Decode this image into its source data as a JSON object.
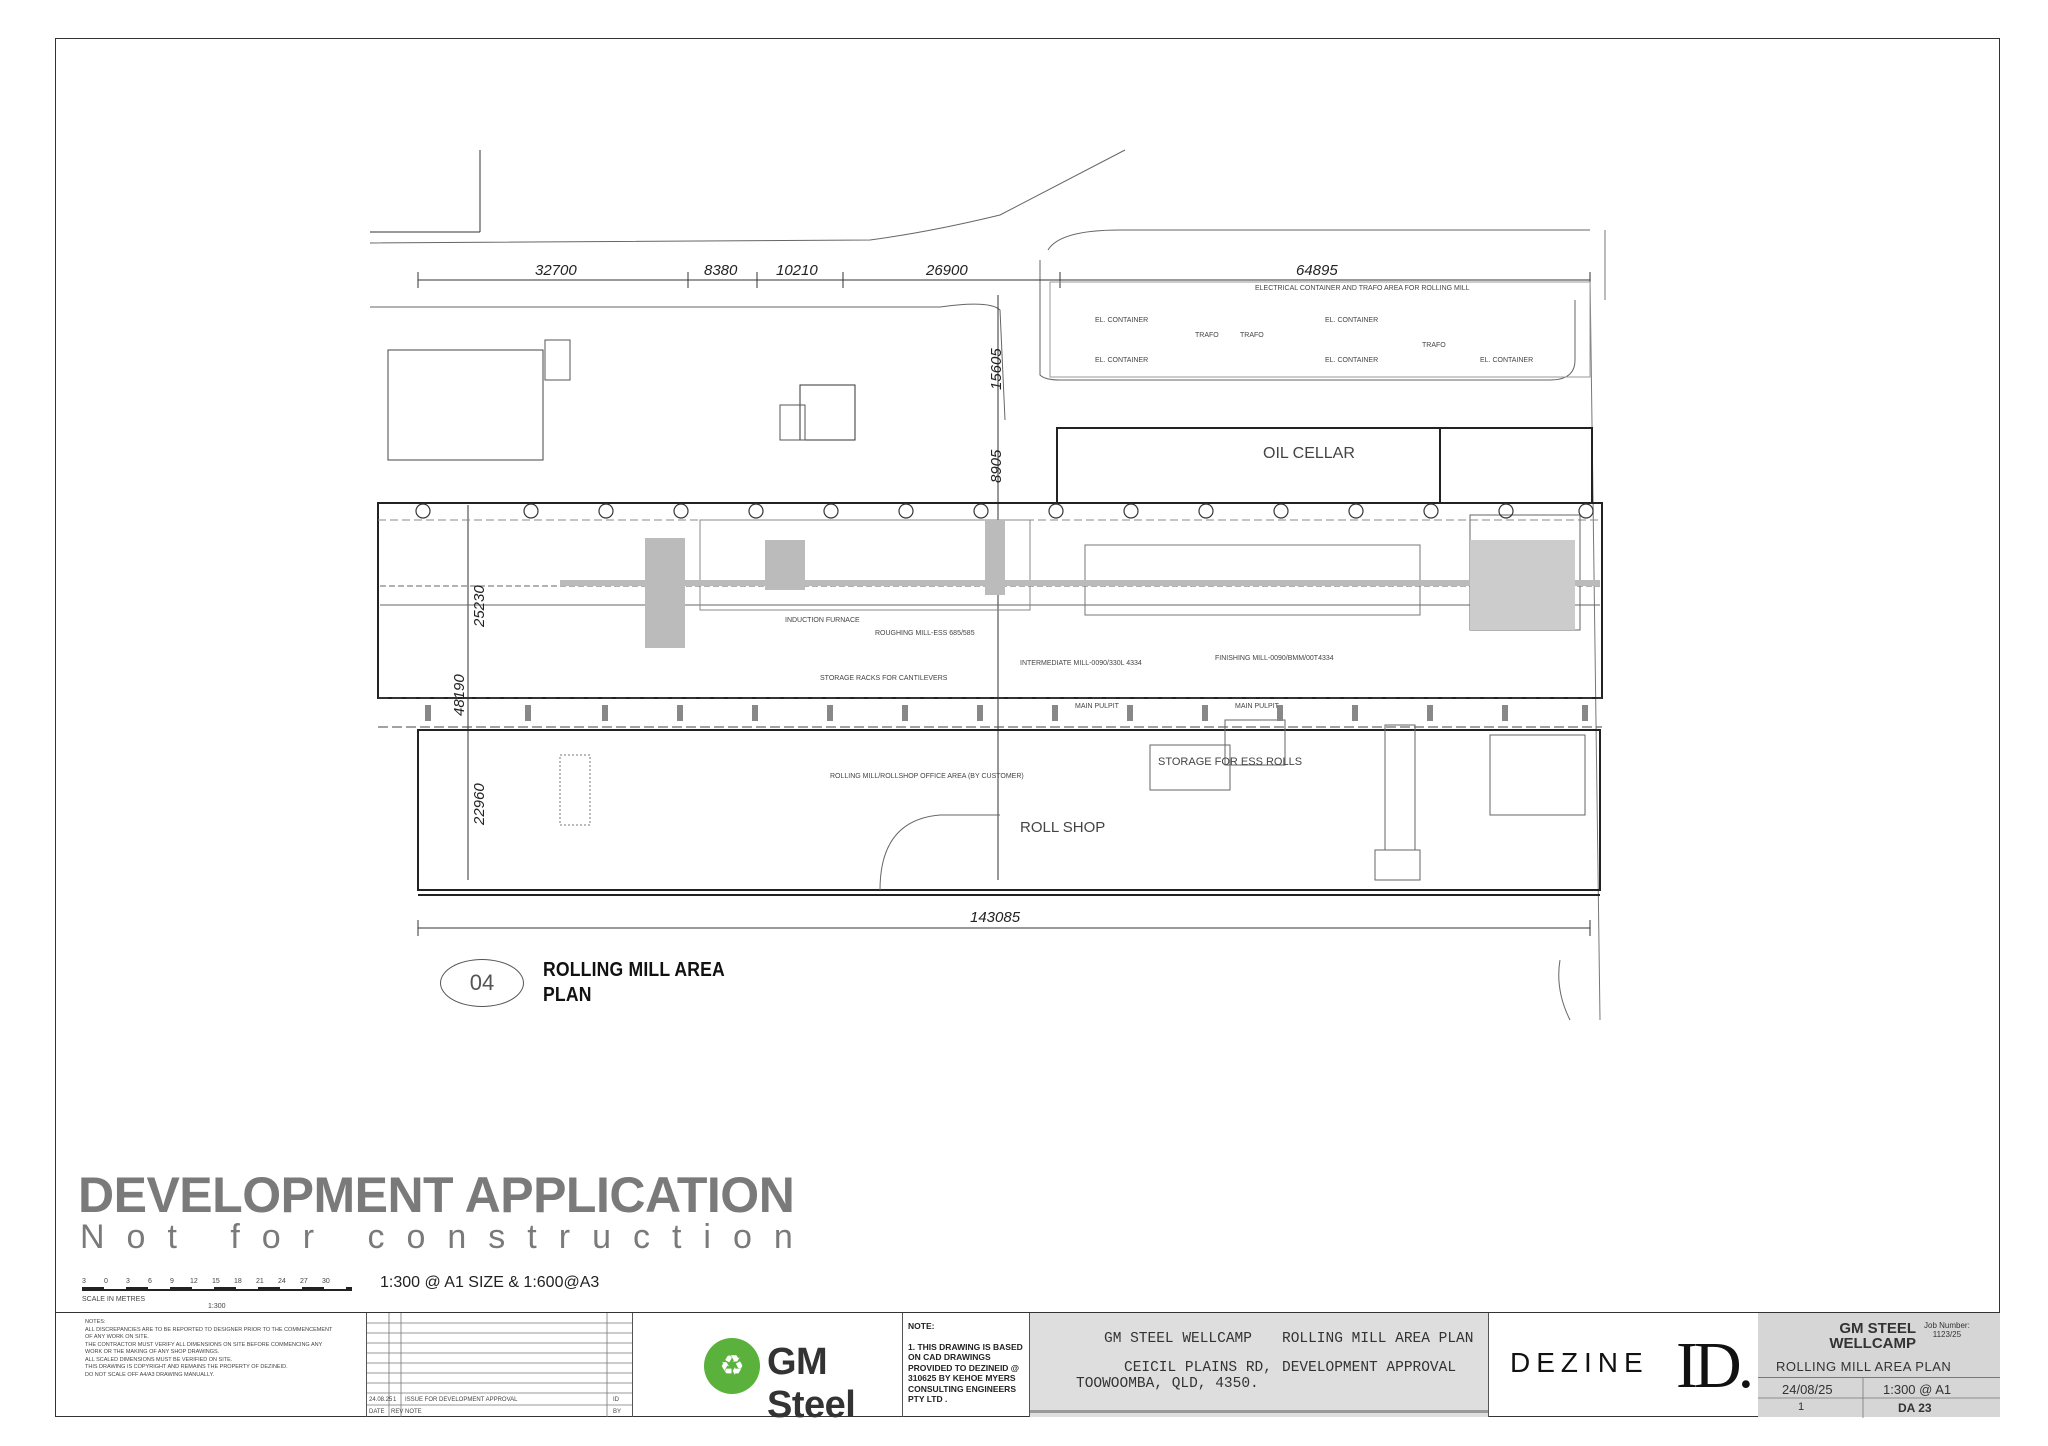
{
  "plan": {
    "dimensions_top": [
      "32700",
      "8380",
      "10210",
      "26900",
      "64895"
    ],
    "dimensions_side": [
      "15605",
      "8905",
      "25230",
      "48190",
      "22960"
    ],
    "dimension_bottom": "143085",
    "labels": {
      "oil_cellar": "OIL CELLAR",
      "electrical_area": "ELECTRICAL CONTAINER AND TRAFO AREA FOR ROLLING MILL",
      "el_container": "EL. CONTAINER",
      "trafo": "TRAFO",
      "induction_furnace": "INDUCTION FURNACE",
      "roughing_mill": "ROUGHING MILL-ESS 685/585",
      "intermediate_mill": "INTERMEDIATE MILL-0090/330L 4334",
      "finishing_mill": "FINISHING MILL-0090/BMM/00T4334",
      "storage_cantilevers": "STORAGE RACKS FOR CANTILEVERS",
      "rolling_office": "ROLLING MILL/ROLLSHOP OFFICE AREA (BY CUSTOMER)",
      "storage_rolls": "STORAGE FOR ESS ROLLS",
      "roll_shop": "ROLL SHOP",
      "main_pulpit_1": "MAIN PULPIT",
      "main_pulpit_2": "MAIN PULPIT"
    },
    "ref_number": "04",
    "title_line1": "ROLLING MILL AREA",
    "title_line2": "PLAN"
  },
  "watermark": {
    "title": "DEVELOPMENT APPLICATION",
    "subtitle": "Not for construction"
  },
  "scale": {
    "ticks": [
      "3",
      "0",
      "3",
      "6",
      "9",
      "12",
      "15",
      "18",
      "21",
      "24",
      "27",
      "30"
    ],
    "label": "SCALE IN METRES",
    "ratio": "1:300",
    "note": "1:300 @ A1 SIZE & 1:600@A3"
  },
  "titleblock": {
    "notes_heading": "NOTES:",
    "notes": [
      "ALL DISCREPANCIES ARE TO BE REPORTED TO DESIGNER PRIOR TO THE COMMENCEMENT OF ANY WORK ON SITE.",
      "THE CONTRACTOR MUST VERIFY ALL DIMENSIONS ON SITE BEFORE COMMENCING ANY WORK OR THE MAKING OF ANY SHOP DRAWINGS.",
      "ALL SCALED DIMENSIONS MUST BE VERIFIED ON SITE.",
      "THIS DRAWING IS COPYRIGHT AND REMAINS THE PROPERTY OF DEZINEID.",
      "DO NOT SCALE OFF A4/A3 DRAWING MANUALLY."
    ],
    "revision_row": {
      "date": "24.08.25",
      "rev": "1",
      "note": "ISSUE FOR DEVELOPMENT APPROVAL",
      "by": "ID"
    },
    "revision_headers": {
      "date": "DATE",
      "rev": "REV",
      "note": "NOTE",
      "by": "BY"
    },
    "client_logo": "GM Steel",
    "note_heading": "NOTE:",
    "note_text": "1. THIS DRAWING IS BASED ON CAD DRAWINGS PROVIDED TO DEZINEID @ 310625 BY KEHOE MYERS CONSULTING ENGINEERS PTY LTD .",
    "project": {
      "name": "GM STEEL WELLCAMP",
      "address1": "CEICIL PLAINS RD,",
      "address2": "TOOWOOMBA, QLD, 4350.",
      "drawing": "ROLLING MILL AREA PLAN",
      "status": "DEVELOPMENT APPROVAL"
    },
    "designer_word": "DEZINE",
    "designer_id": "ID.",
    "info": {
      "client_line1": "GM STEEL",
      "client_line2": "WELLCAMP",
      "job_label": "Job Number:",
      "job_number": "1123/25",
      "title": "ROLLING MILL AREA PLAN",
      "revision_date": "24/08/25",
      "scale": "1:300 @ A1",
      "revision": "1",
      "drawing_no": "DA 23"
    }
  }
}
